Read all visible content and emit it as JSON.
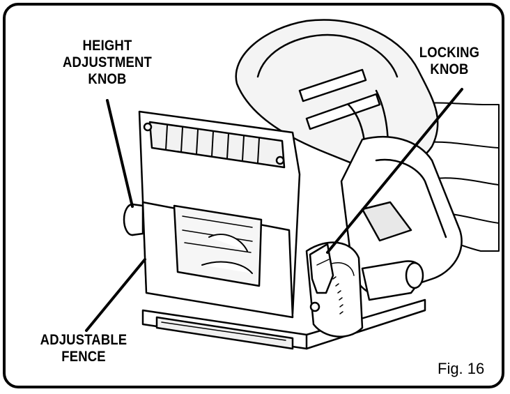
{
  "labels": {
    "height_adjustment_knob": [
      "HEIGHT",
      "ADJUSTMENT",
      "KNOB"
    ],
    "locking_knob": [
      "LOCKING",
      "KNOB"
    ],
    "adjustable_fence": [
      "ADJUSTABLE",
      "FENCE"
    ]
  },
  "figure_label": "Fig. 16"
}
